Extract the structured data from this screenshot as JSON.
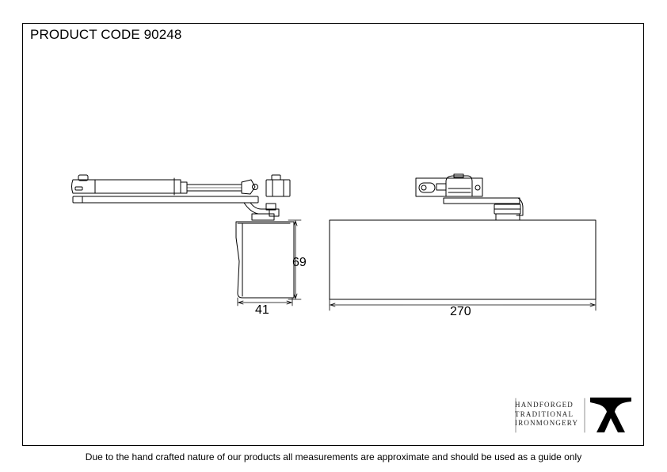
{
  "header": {
    "product_code": "PRODUCT CODE 90248"
  },
  "dimensions": {
    "depth": "41",
    "height": "69",
    "length": "270"
  },
  "logo": {
    "line1": "HANDFORGED",
    "line2": "TRADITIONAL",
    "line3": "IRONMONGERY"
  },
  "footer": {
    "disclaimer": "Due to the hand crafted nature of our products all measurements are approximate and should be used as a guide only"
  },
  "colors": {
    "line": "#000000",
    "background": "#ffffff"
  }
}
